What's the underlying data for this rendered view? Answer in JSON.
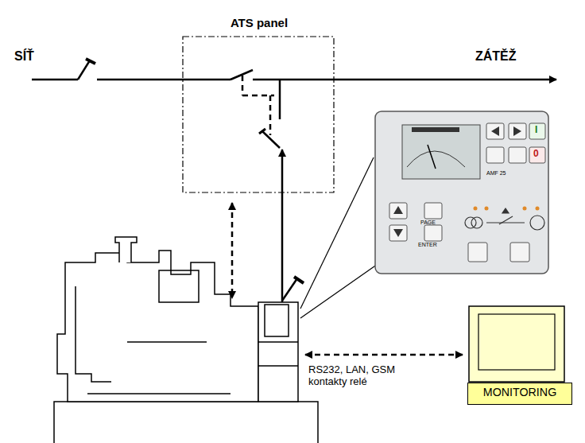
{
  "diagram": {
    "nodes": [
      {
        "text": [
          "ATS panel"
        ]
      },
      {
        "text": [
          "MONITORING"
        ]
      }
    ],
    "labels": [
      "SÍŤ",
      "ZÁTĚŽ",
      "RS232, LAN, GSM kontakty relé",
      "AMF 25",
      "PAGE",
      "ENTER",
      "I",
      "0"
    ]
  }
}
